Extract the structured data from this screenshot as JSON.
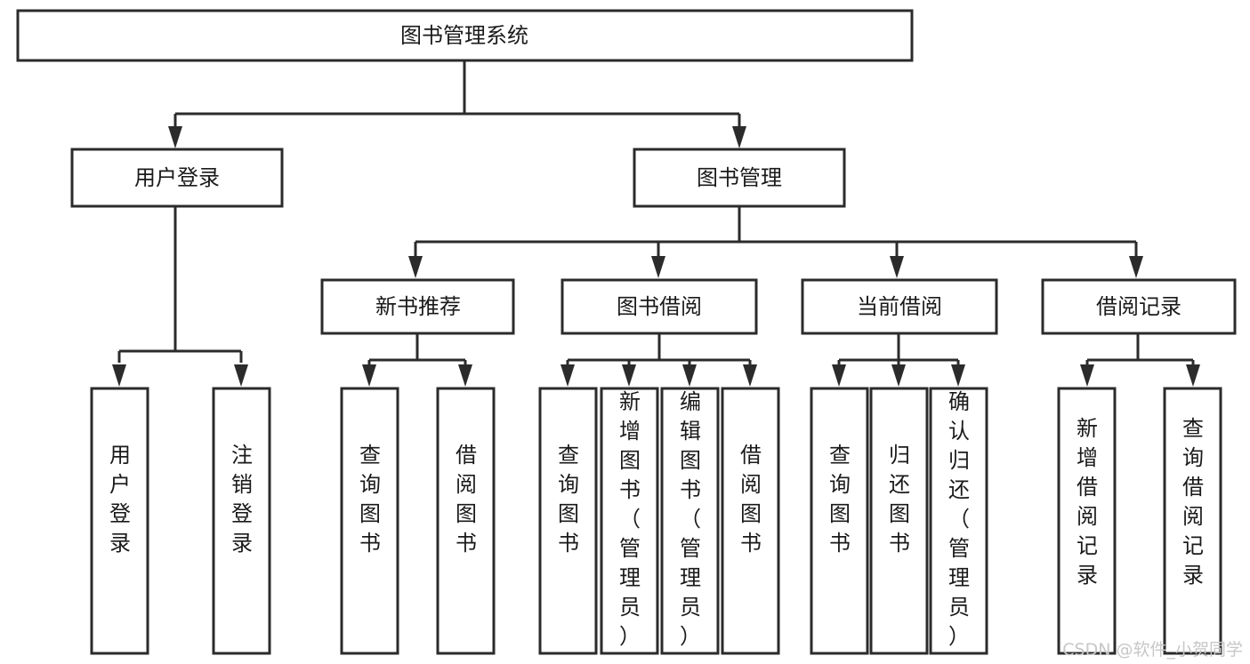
{
  "diagram": {
    "type": "tree",
    "title": "图书管理系统",
    "watermark": "CSDN @软件_小贺同学",
    "colors": {
      "stroke": "#2b2b2b",
      "box_fill": "#ffffff",
      "text": "#1a1a1a",
      "background": "#ffffff",
      "watermark": "#c7c7c7"
    },
    "levels": {
      "root": {
        "label": "图书管理系统"
      },
      "level2": [
        {
          "label": "用户登录"
        },
        {
          "label": "图书管理"
        }
      ],
      "level3": [
        {
          "label": "新书推荐"
        },
        {
          "label": "图书借阅"
        },
        {
          "label": "当前借阅"
        },
        {
          "label": "借阅记录"
        }
      ],
      "leaves": [
        {
          "label": "用户登录",
          "parent": "用户登录"
        },
        {
          "label": "注销登录",
          "parent": "用户登录"
        },
        {
          "label": "查询图书",
          "parent": "新书推荐"
        },
        {
          "label": "借阅图书",
          "parent": "新书推荐"
        },
        {
          "label": "查询图书",
          "parent": "图书借阅"
        },
        {
          "label": "新增图书（管理员）",
          "parent": "图书借阅"
        },
        {
          "label": "编辑图书（管理员）",
          "parent": "图书借阅"
        },
        {
          "label": "借阅图书",
          "parent": "图书借阅"
        },
        {
          "label": "查询图书",
          "parent": "当前借阅"
        },
        {
          "label": "归还图书",
          "parent": "当前借阅"
        },
        {
          "label": "确认归还（管理员）",
          "parent": "当前借阅"
        },
        {
          "label": "新增借阅记录",
          "parent": "借阅记录"
        },
        {
          "label": "查询借阅记录",
          "parent": "借阅记录"
        }
      ]
    }
  }
}
